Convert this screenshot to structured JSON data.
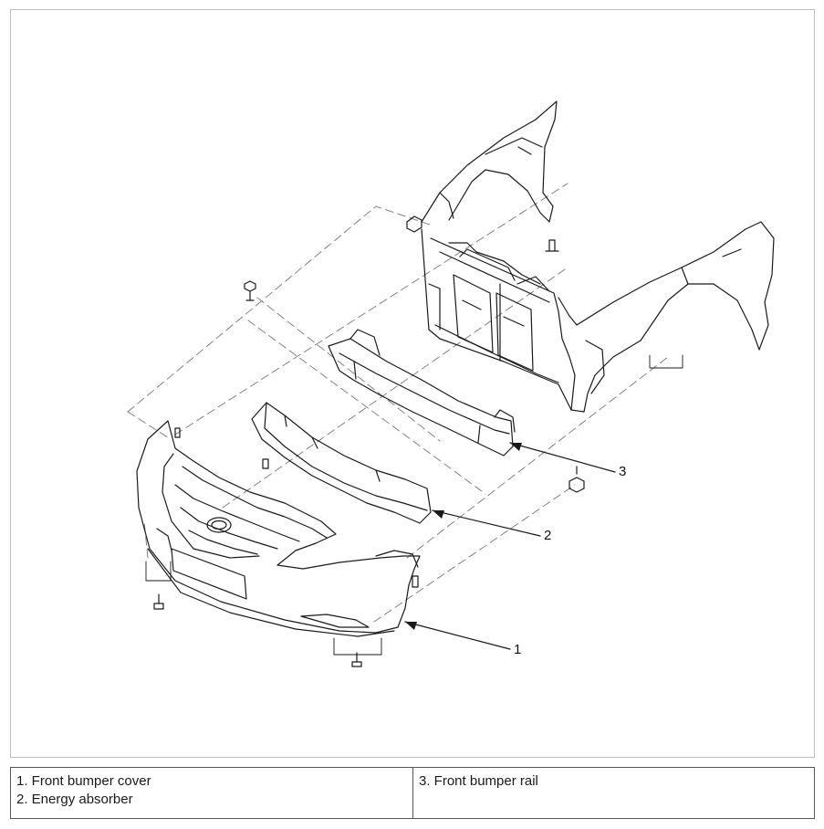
{
  "diagram": {
    "callouts": [
      {
        "number": "1",
        "target": "front-bumper-cover"
      },
      {
        "number": "2",
        "target": "energy-absorber"
      },
      {
        "number": "3",
        "target": "front-bumper-rail"
      }
    ]
  },
  "legend": {
    "left": [
      "1. Front bumper cover",
      "2. Energy absorber"
    ],
    "right": [
      "3. Front bumper rail"
    ]
  },
  "colors": {
    "line": "#1a1a1a",
    "frame": "#bdbdbd",
    "table_border": "#555555"
  }
}
